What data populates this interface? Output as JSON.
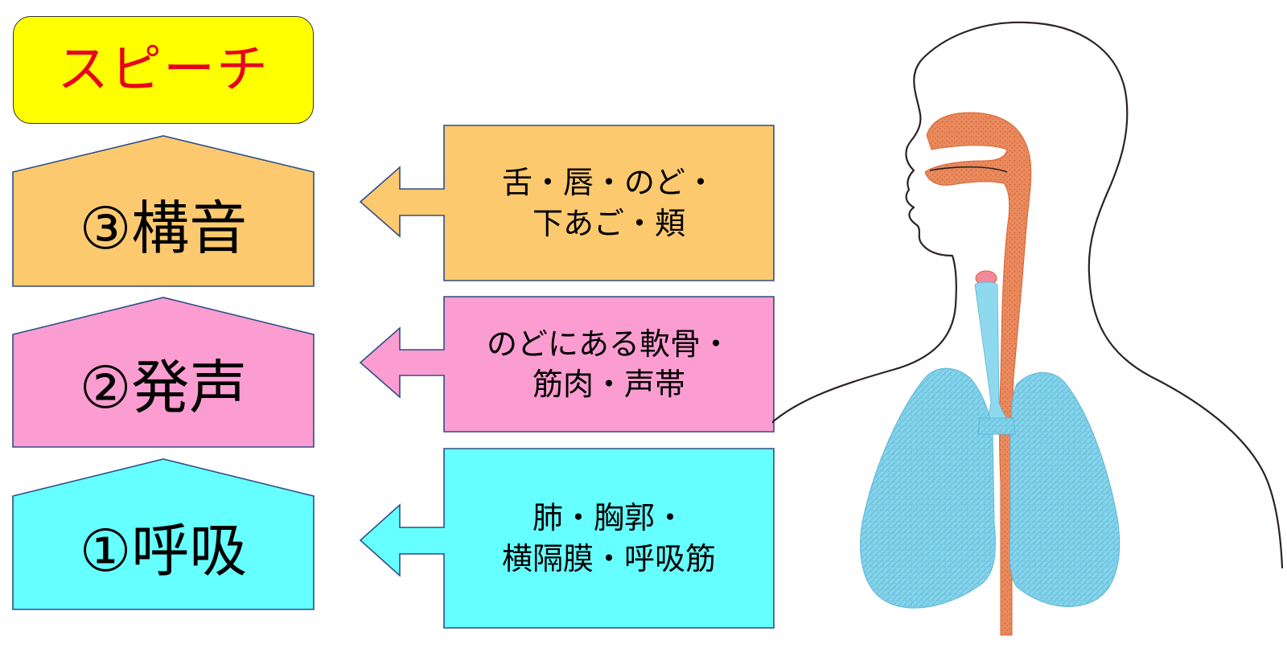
{
  "title": {
    "text": "スピーチ",
    "text_color": "#e8001c",
    "background": "#ffff00"
  },
  "stages": [
    {
      "label": "③構音",
      "color": "#fcc96e",
      "parts": [
        "舌・唇・のど・",
        "下あご・頬"
      ]
    },
    {
      "label": "②発声",
      "color": "#fb9dd1",
      "parts": [
        "のどにある軟骨・",
        "筋肉・声帯"
      ]
    },
    {
      "label": "①呼吸",
      "color": "#66ffff",
      "parts": [
        "肺・胸郭・",
        "横隔膜・呼吸筋"
      ]
    }
  ],
  "colors": {
    "shape_border": "#2e4f86",
    "airway": "#e98a5f",
    "airway_texture": "#d9642f",
    "trachea": "#8fd9ee",
    "lungs": "#86d4ea",
    "lungs_texture": "#5ab6d8",
    "larynx": "#f2899a",
    "outline": "#2b2226"
  }
}
